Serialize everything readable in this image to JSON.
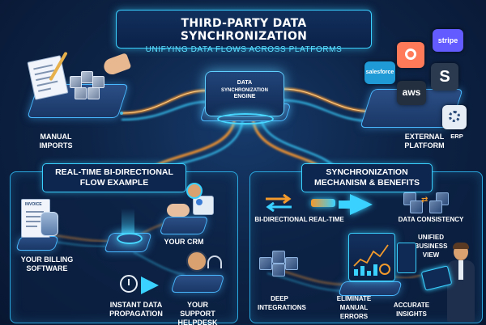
{
  "header": {
    "title": "THIRD-PARTY DATA SYNCHRONIZATION",
    "subtitle": "UNIFYING DATA FLOWS ACROSS PLATFORMS"
  },
  "top": {
    "manual_imports": "MANUAL IMPORTS",
    "engine_line1": "DATA",
    "engine_line2": "SYNCHRONIZATION",
    "engine_line3": "ENGINE",
    "external_platform": "EXTERNAL PLATFORM",
    "brands": {
      "stripe": "stripe",
      "salesforce": "salesforce",
      "aws": "aws",
      "s": "S",
      "erp": "ERP"
    }
  },
  "left_panel": {
    "title_line1": "REAL-TIME BI-DIRECTIONAL",
    "title_line2": "FLOW EXAMPLE",
    "billing": "YOUR BILLING SOFTWARE",
    "invoice": "INVOICE",
    "crm": "YOUR CRM",
    "propagation": "INSTANT DATA PROPAGATION",
    "helpdesk": "YOUR SUPPORT HELPDESK"
  },
  "right_panel": {
    "title_line1": "SYNCHRONIZATION",
    "title_line2": "MECHANISM & BENEFITS",
    "bidirectional": "BI-DIRECTIONAL",
    "realtime": "REAL-TIME",
    "consistency": "DATA CONSISTENCY",
    "unified": "UNIFIED BUSINESS VIEW",
    "deep": "DEEP INTEGRATIONS",
    "errors": "ELIMINATE MANUAL ERRORS",
    "insights": "ACCURATE INSIGHTS"
  },
  "colors": {
    "glow_orange": "#ff9a2e",
    "glow_cyan": "#3ad0ff",
    "arrow_orange": "#f39a2c"
  }
}
